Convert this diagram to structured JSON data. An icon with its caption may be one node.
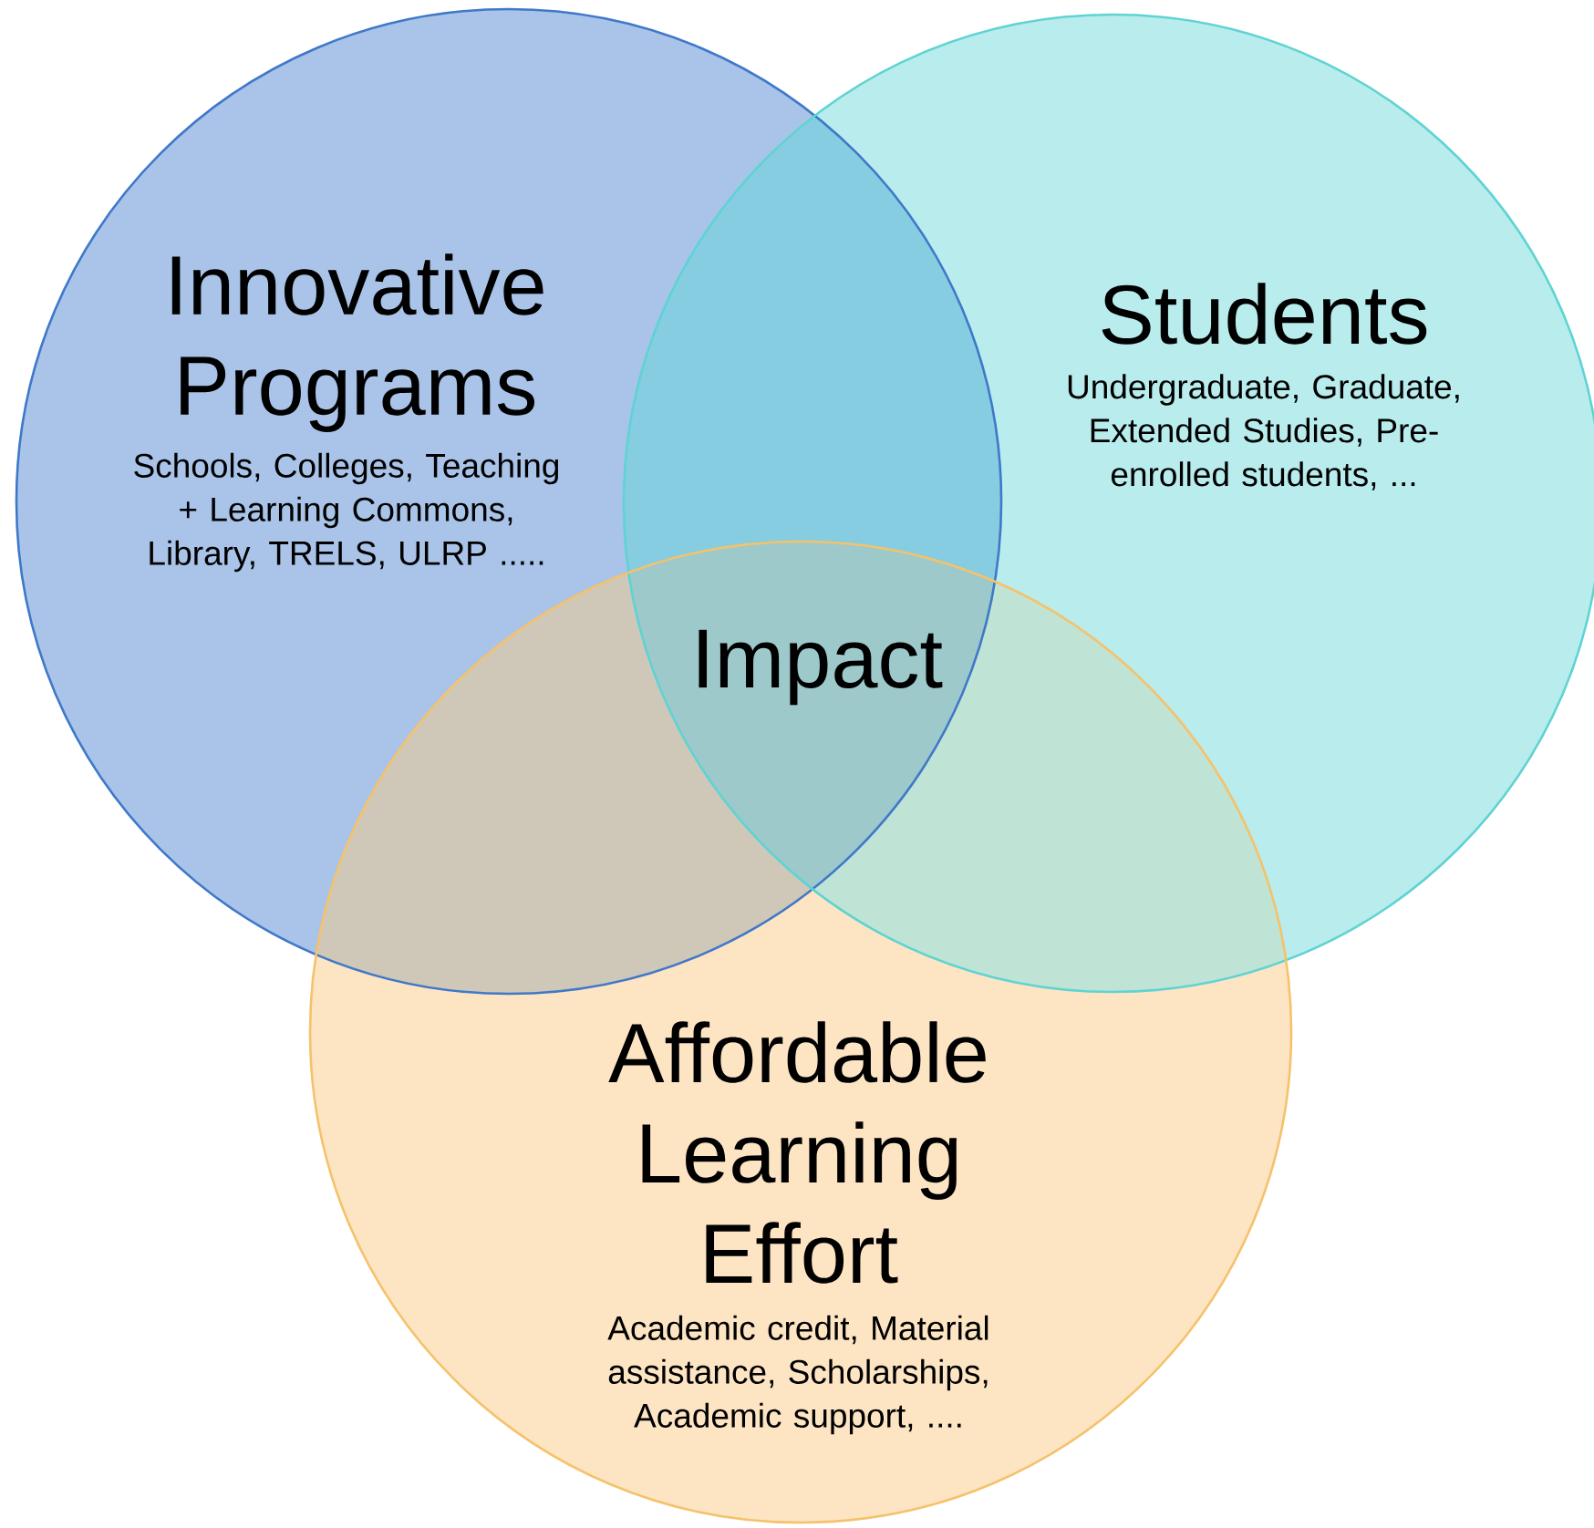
{
  "diagram": {
    "nodes": [
      {
        "text": [
          "Innovative Programs",
          "Schools, Colleges, Teaching + Learning Commons, Library, TRELS, ULRP ....."
        ]
      },
      {
        "text": [
          "Students",
          "Undergraduate, Graduate, Extended Studies, Pre-enrolled students, ..."
        ]
      },
      {
        "text": [
          "Affordable Learning Effort",
          "Academic credit, Material assistance, Scholarships, Academic support, ...."
        ]
      }
    ],
    "labels": [
      "Impact"
    ]
  }
}
